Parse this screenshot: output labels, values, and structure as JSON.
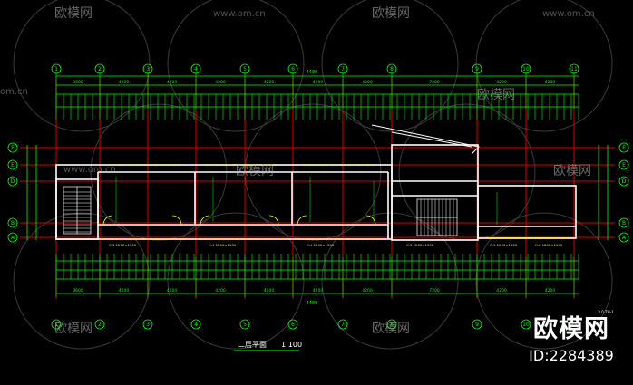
{
  "watermark": {
    "brand": "欧模网",
    "site": "www.om.cn",
    "side_site": "om.cn",
    "id": "ID:2284389"
  },
  "drawing": {
    "title": "二层平面",
    "scale": "1:100",
    "total_dimension": "4480",
    "right_note": "3.0 ZH-1",
    "colors": {
      "axis_line": "#e00000",
      "wall": "#ffffff",
      "dimension": "#00ff00",
      "window": "#ffff00",
      "room_label": "#ffffff",
      "bubble": "#00ff00"
    },
    "top_axes": [
      "1",
      "2",
      "3",
      "4",
      "5",
      "6",
      "7",
      "8",
      "9",
      "10",
      "11"
    ],
    "side_axes": [
      "F",
      "E",
      "D",
      "B",
      "A"
    ],
    "top_spans": [
      "3600",
      "4200",
      "4200",
      "4200",
      "4200",
      "4200",
      "4200",
      "7200",
      "4200",
      "4200"
    ],
    "bottom_spans": [
      "3600",
      "4200",
      "4200",
      "4200",
      "4200",
      "4200",
      "4200",
      "7200",
      "4200",
      "4200"
    ],
    "window_labels": [
      "C-1 1200×1500",
      "C-1 1200×1500",
      "C-1 1200×1500",
      "C-1 1200×1500",
      "C-1 1200×1500",
      "C-2 1800×1500"
    ]
  }
}
